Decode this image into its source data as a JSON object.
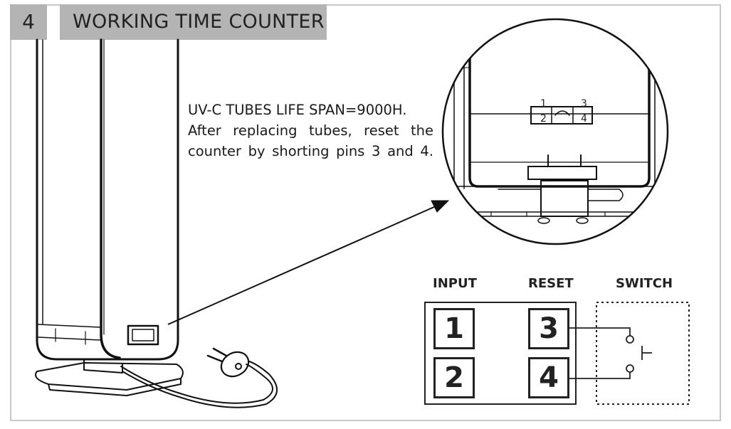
{
  "section": {
    "number": "4",
    "title": "WORKING TIME COUNTER"
  },
  "note": {
    "line1": "UV-C TUBES LIFE SPAN=9000H.",
    "line2": "After replacing tubes, reset the",
    "line3": "counter by shorting pins 3 and 4."
  },
  "detail_pins": {
    "top_left": "1",
    "bottom_left": "2",
    "top_right": "3",
    "bottom_right": "4"
  },
  "connector": {
    "headers": {
      "input": "INPUT",
      "reset": "RESET",
      "switch": "SWITCH"
    },
    "pins": {
      "p1": "1",
      "p2": "2",
      "p3": "3",
      "p4": "4"
    }
  }
}
